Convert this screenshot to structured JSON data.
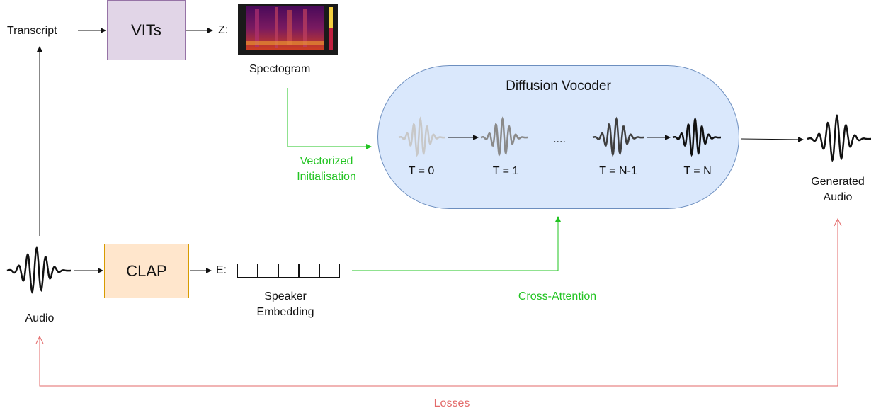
{
  "nodes": {
    "transcript": "Transcript",
    "vits": "VITs",
    "z_label": "Z:",
    "spectogram": "Spectogram",
    "vocoder_title": "Diffusion Vocoder",
    "steps": [
      "T = 0",
      "T = 1",
      "....",
      "T = N-1",
      "T = N"
    ],
    "generated_audio": [
      "Generated",
      "Audio"
    ],
    "audio": "Audio",
    "clap": "CLAP",
    "e_label": "E:",
    "speaker_embedding": [
      "Speaker",
      "Embedding"
    ]
  },
  "edges": {
    "vectorized_init": [
      "Vectorized",
      "Initialisation"
    ],
    "cross_attention": "Cross-Attention",
    "losses": "Losses"
  },
  "colors": {
    "vits_fill": "#e1d5e7",
    "clap_fill": "#ffe6cc",
    "vocoder_fill": "#dae8fc",
    "green_edge": "#22c422",
    "loss_edge": "#e36a6a"
  },
  "icons": [
    "waveform-icon",
    "spectrogram-image"
  ]
}
